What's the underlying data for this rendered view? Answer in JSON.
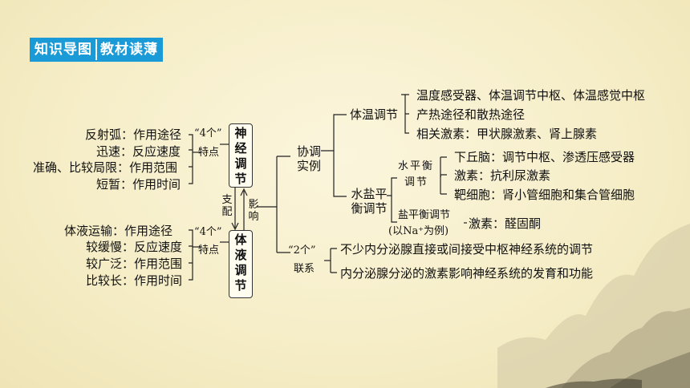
{
  "header": {
    "tag1": "知识导图",
    "tag2": "教材读薄"
  },
  "nerve": {
    "title": "神经调节",
    "features_label": "“4个”",
    "features_sub": "特点",
    "items": [
      "反射弧：作用途径",
      "迅速：反应速度",
      "准确、比较局限：作用范围",
      "短暂：作用时间"
    ]
  },
  "body_fluid": {
    "title": "体液调节",
    "features_label": "“4个”",
    "features_sub": "特点",
    "items": [
      "体液运输：作用途径",
      "较缓慢：反应速度",
      "较广泛：作用范围",
      "比较长：作用时间"
    ]
  },
  "relation": {
    "dominate": "支配",
    "affect": "影响"
  },
  "coordination": {
    "label": "协调实例",
    "temperature": {
      "label": "体温调节",
      "items": [
        "温度感受器、体温调节中枢、体温感觉中枢",
        "产热途径和散热途径",
        "相关激素：甲状腺激素、肾上腺素"
      ]
    },
    "water_salt": {
      "label": "水盐平衡调节",
      "water_balance": "水平衡",
      "regulation": "调节",
      "water_items": [
        "下丘脑：调节中枢、渗透压感受器",
        "激素：抗利尿激素",
        "靶细胞：肾小管细胞和集合管细胞"
      ],
      "salt_balance": "盐平衡调节",
      "salt_example": "(以Na⁺为例)",
      "salt_item": "激素：醛固酮"
    }
  },
  "links": {
    "label": "“2个”",
    "sub": "联系",
    "items": [
      "不少内分泌腺直接或间接受中枢神经系统的调节",
      "内分泌腺分泌的激素影响神经系统的发育和功能"
    ]
  }
}
